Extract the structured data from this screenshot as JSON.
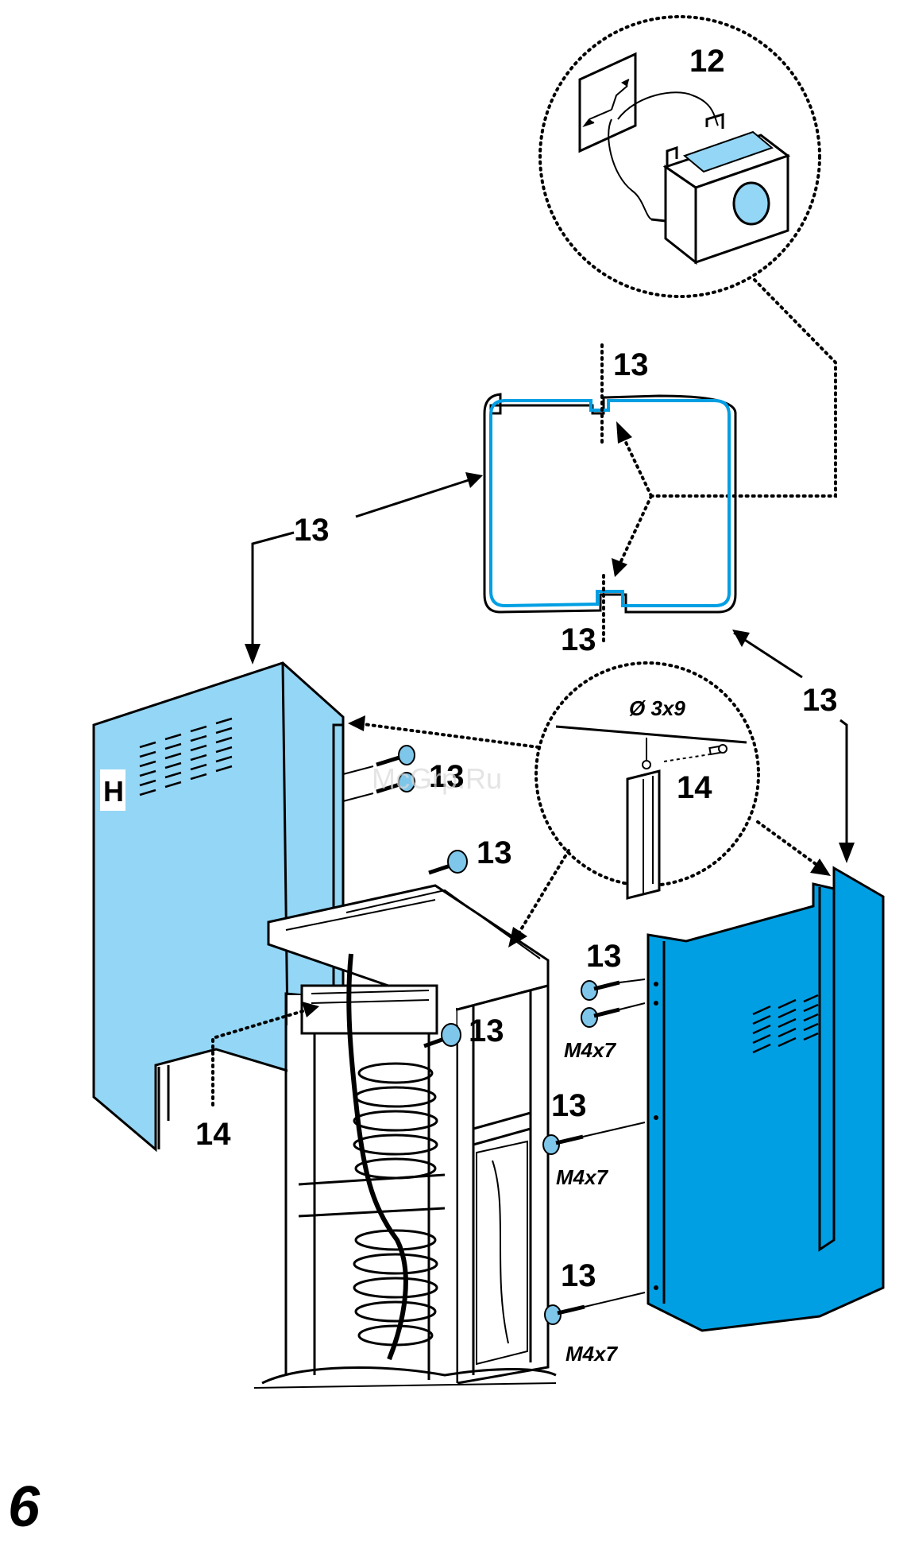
{
  "labels": {
    "part_12": "12",
    "part_13": "13",
    "part_14": "14",
    "screw_m4x7": "M4x7",
    "screw_3x9": "Ø 3x9",
    "panel_h": "H",
    "page_number": "6",
    "watermark": "McGrp.Ru"
  },
  "colors": {
    "light_panel": "#94d6f5",
    "dark_panel": "#009fe3",
    "screw": "#7ec7ea",
    "outline": "#000000"
  }
}
